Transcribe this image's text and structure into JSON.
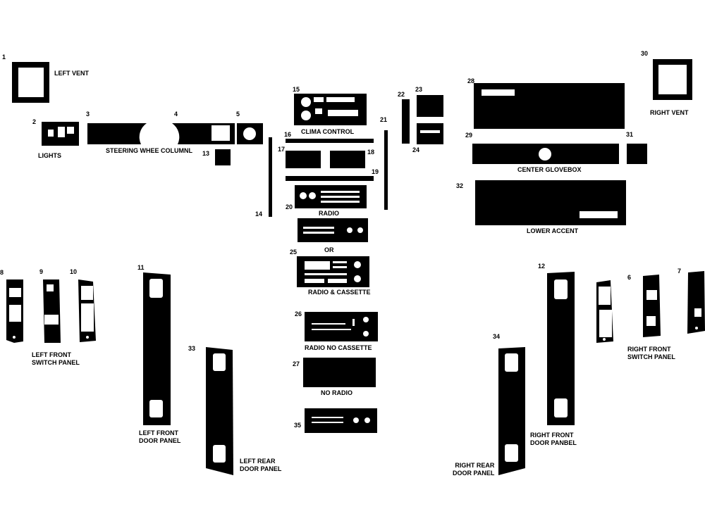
{
  "numbers": {
    "n1": "1",
    "n2": "2",
    "n3": "3",
    "n4": "4",
    "n5": "5",
    "n6": "6",
    "n7": "7",
    "n8": "8",
    "n9": "9",
    "n10": "10",
    "n11": "11",
    "n12": "12",
    "n13": "13",
    "n14": "14",
    "n15": "15",
    "n16": "16",
    "n17": "17",
    "n18": "18",
    "n19": "19",
    "n20": "20",
    "n21": "21",
    "n22": "22",
    "n23": "23",
    "n24": "24",
    "n25": "25",
    "n26": "26",
    "n27": "27",
    "n28": "28",
    "n29": "29",
    "n30": "30",
    "n31": "31",
    "n32": "32",
    "n33": "33",
    "n34": "34",
    "n35": "35"
  },
  "labels": {
    "left_vent": "LEFT VENT",
    "right_vent": "RIGHT VENT",
    "lights": "LIGHTS",
    "steering": "STEERING WHEE COLUMNL",
    "clima": "CLIMA CONTROL",
    "radio": "RADIO",
    "or": "OR",
    "radio_cassette": "RADIO & CASSETTE",
    "radio_no_cassette": "RADIO NO CASSETTE",
    "no_radio": "NO RADIO",
    "center_glovebox": "CENTER GLOVEBOX",
    "lower_accent": "LOWER ACCENT",
    "lfsp_1": "LEFT FRONT",
    "lfsp_2": "SWITCH  PANEL",
    "rfsp_1": "RIGHT FRONT",
    "rfsp_2": "SWITCH PANEL",
    "lfdp_1": "LEFT FRONT",
    "lfdp_2": "DOOR PANEL",
    "lrdp_1": "LEFT REAR",
    "lrdp_2": "DOOR PANEL",
    "rfdp_1": "RIGHT FRONT",
    "rfdp_2": "DOOR PANBEL",
    "rrdp_1": "RIGHT REAR",
    "rrdp_2": "DOOR PANEL"
  },
  "colors": {
    "part": "#000000",
    "cutout": "#ffffff",
    "background": "#ffffff"
  }
}
